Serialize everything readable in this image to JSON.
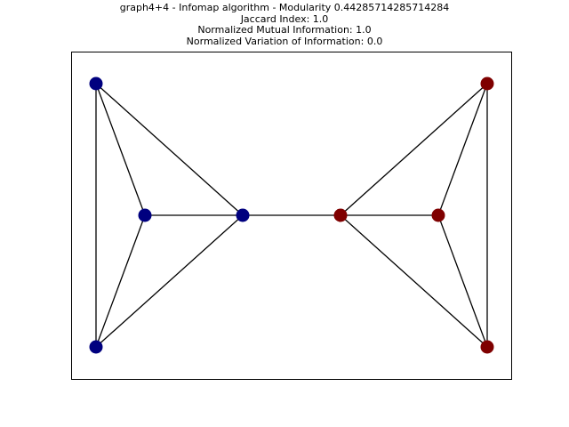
{
  "title": {
    "line1": "graph4+4 - Infomap algorithm - Modularity 0.44285714285714284",
    "line2": "Jaccard Index: 1.0",
    "line3": "Normalized Mutual Information: 1.0",
    "line4": "Normalized Variation of Information: 0.0"
  },
  "colors": {
    "community_0": "#00007f",
    "community_1": "#7f0000",
    "edge": "#000000"
  },
  "graph": {
    "nodes": [
      {
        "id": 0,
        "community": 0
      },
      {
        "id": 1,
        "community": 0
      },
      {
        "id": 2,
        "community": 0
      },
      {
        "id": 3,
        "community": 0
      },
      {
        "id": 4,
        "community": 1
      },
      {
        "id": 5,
        "community": 1
      },
      {
        "id": 6,
        "community": 1
      },
      {
        "id": 7,
        "community": 1
      }
    ],
    "edges": [
      [
        0,
        1
      ],
      [
        0,
        2
      ],
      [
        0,
        3
      ],
      [
        1,
        2
      ],
      [
        1,
        3
      ],
      [
        2,
        3
      ],
      [
        3,
        4
      ],
      [
        4,
        5
      ],
      [
        4,
        6
      ],
      [
        4,
        7
      ],
      [
        5,
        6
      ],
      [
        5,
        7
      ],
      [
        6,
        7
      ]
    ]
  }
}
